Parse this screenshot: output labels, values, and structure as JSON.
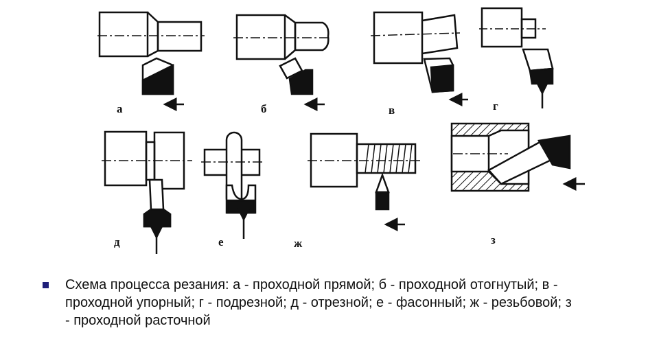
{
  "figure_labels": {
    "a": "а",
    "b": "б",
    "v": "в",
    "g": "г",
    "d": "д",
    "e": "е",
    "zh": "ж",
    "z": "з"
  },
  "caption": "Схема процесса резания: а - проходной прямой; б - проходной отогнутый; в - проходной упорный; г - подрезной; д - отрезной; е - фасонный; ж - резьбовой; з - проходной расточной",
  "colors": {
    "bullet": "#1f1f7a",
    "ink": "#111111"
  }
}
